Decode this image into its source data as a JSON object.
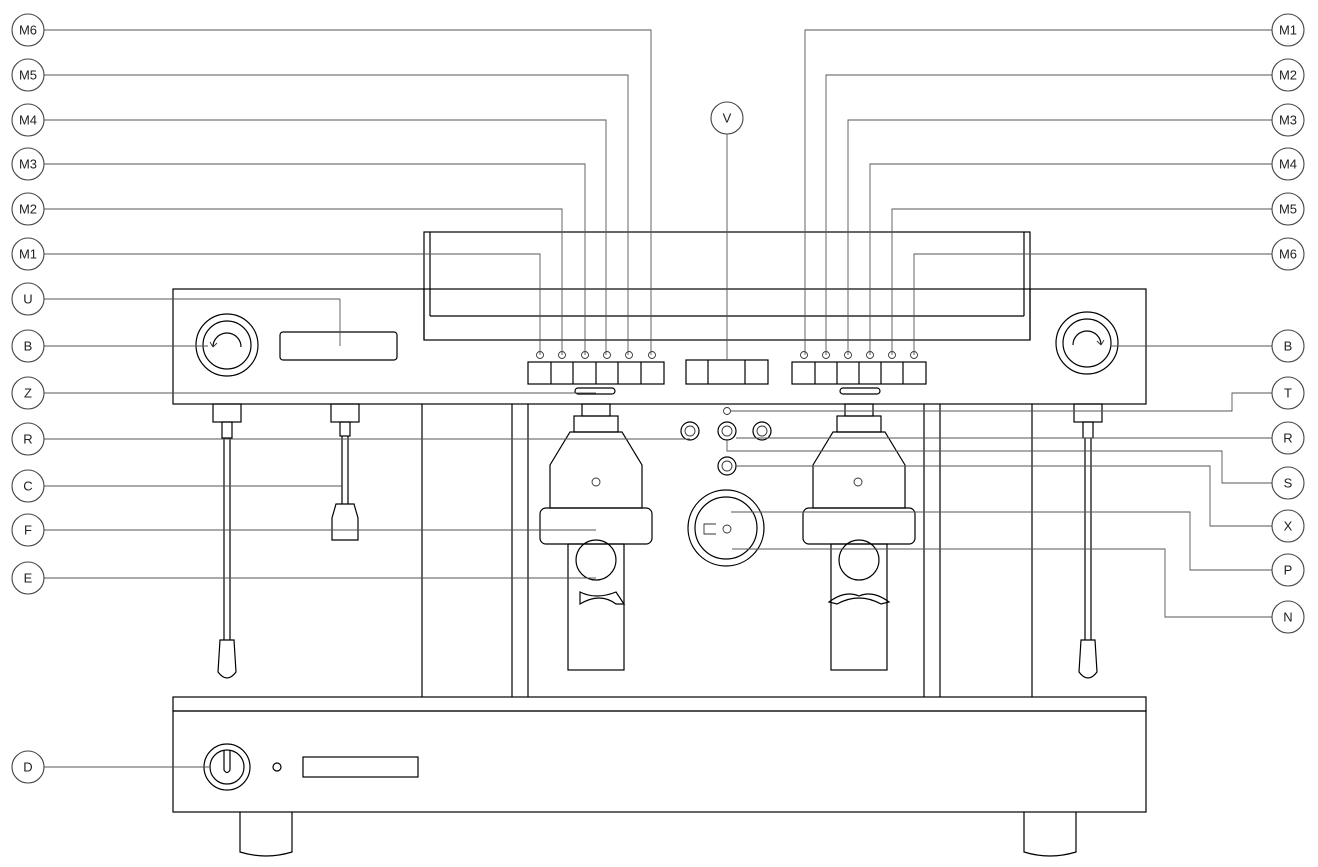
{
  "diagram": {
    "callouts": {
      "left_m6": "M6",
      "left_m5": "M5",
      "left_m4": "M4",
      "left_m3": "M3",
      "left_m2": "M2",
      "left_m1": "M1",
      "u": "U",
      "left_b": "B",
      "z": "Z",
      "left_r": "R",
      "c": "C",
      "f": "F",
      "e": "E",
      "d": "D",
      "v": "V",
      "right_m1": "M1",
      "right_m2": "M2",
      "right_m3": "M3",
      "right_m4": "M4",
      "right_m5": "M5",
      "right_m6": "M6",
      "right_b": "B",
      "t": "T",
      "right_r": "R",
      "s": "S",
      "x": "X",
      "p": "P",
      "n": "N"
    }
  }
}
